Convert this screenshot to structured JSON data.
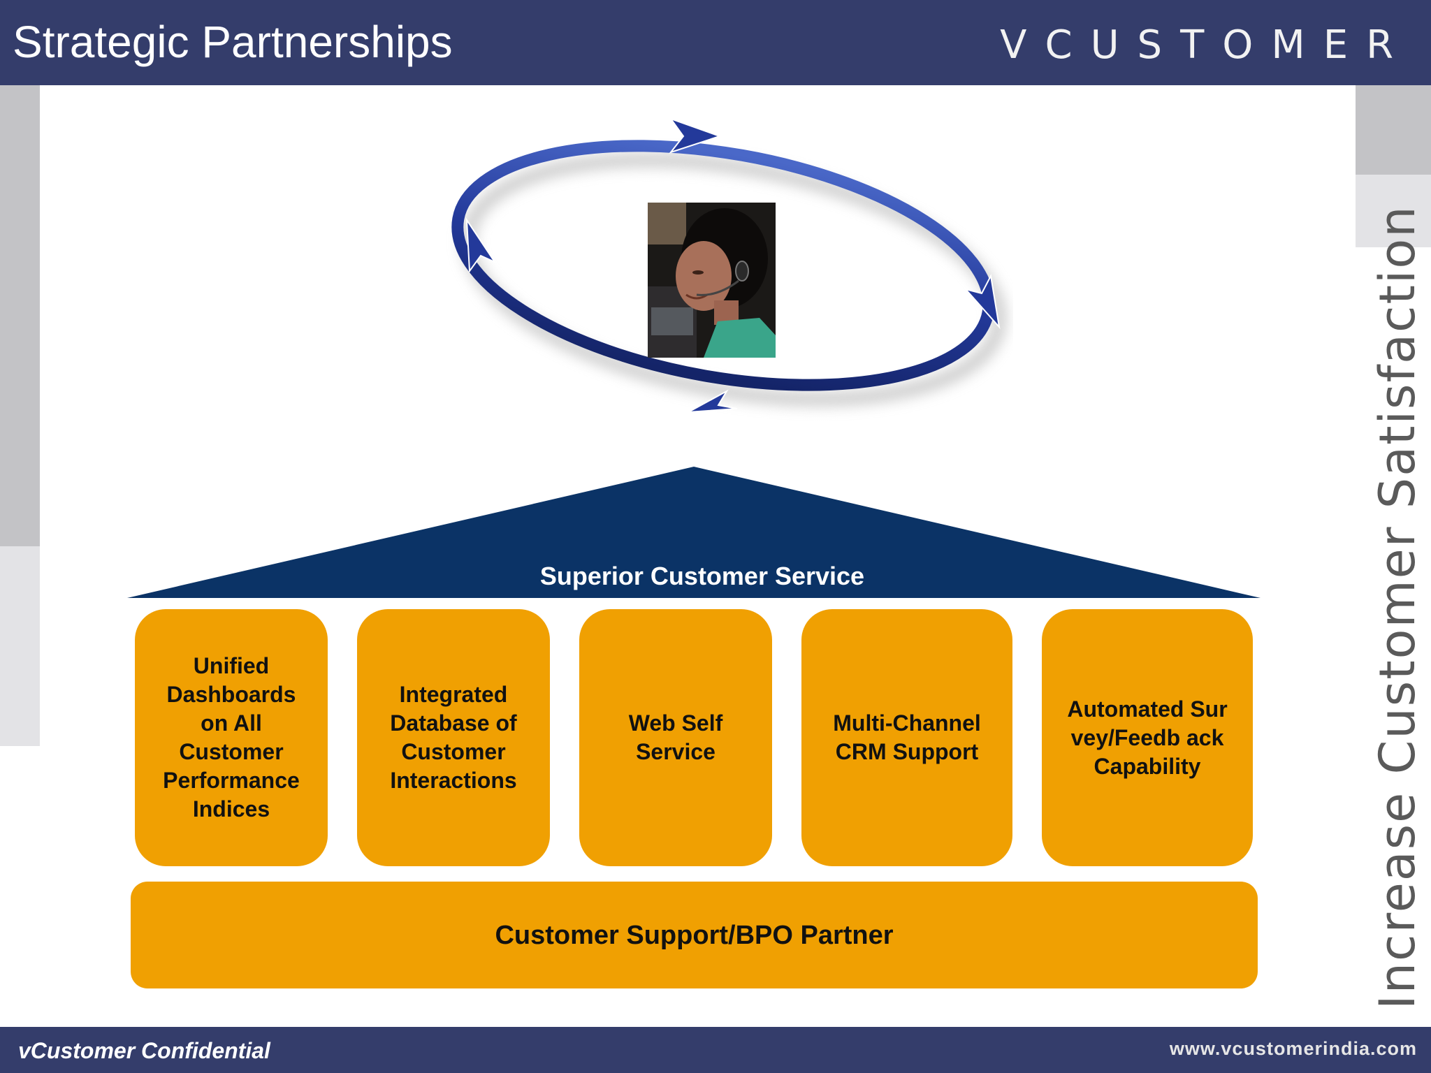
{
  "header": {
    "title": "Strategic Partnerships",
    "logo": "VCUSTOMER"
  },
  "side_banner": {
    "text": "Increase Customer Satisfaction"
  },
  "diagram": {
    "roof_label": "Superior Customer Service",
    "pillars": [
      "Unified Dashboards on All Customer Performance Indices",
      "Integrated Database of Customer Interactions",
      "Web Self Service",
      "Multi-Channel CRM Support",
      "Automated Survey/Feedb ack Capability"
    ],
    "base_label": "Customer Support/BPO Partner"
  },
  "footer": {
    "left": "vCustomer Confidential",
    "right": "www.vcustomerindia.com"
  },
  "colors": {
    "header_bg": "#343d6b",
    "roof": "#0b3366",
    "pillar": "#f0a002",
    "cycle_arrow": "#23399a"
  }
}
